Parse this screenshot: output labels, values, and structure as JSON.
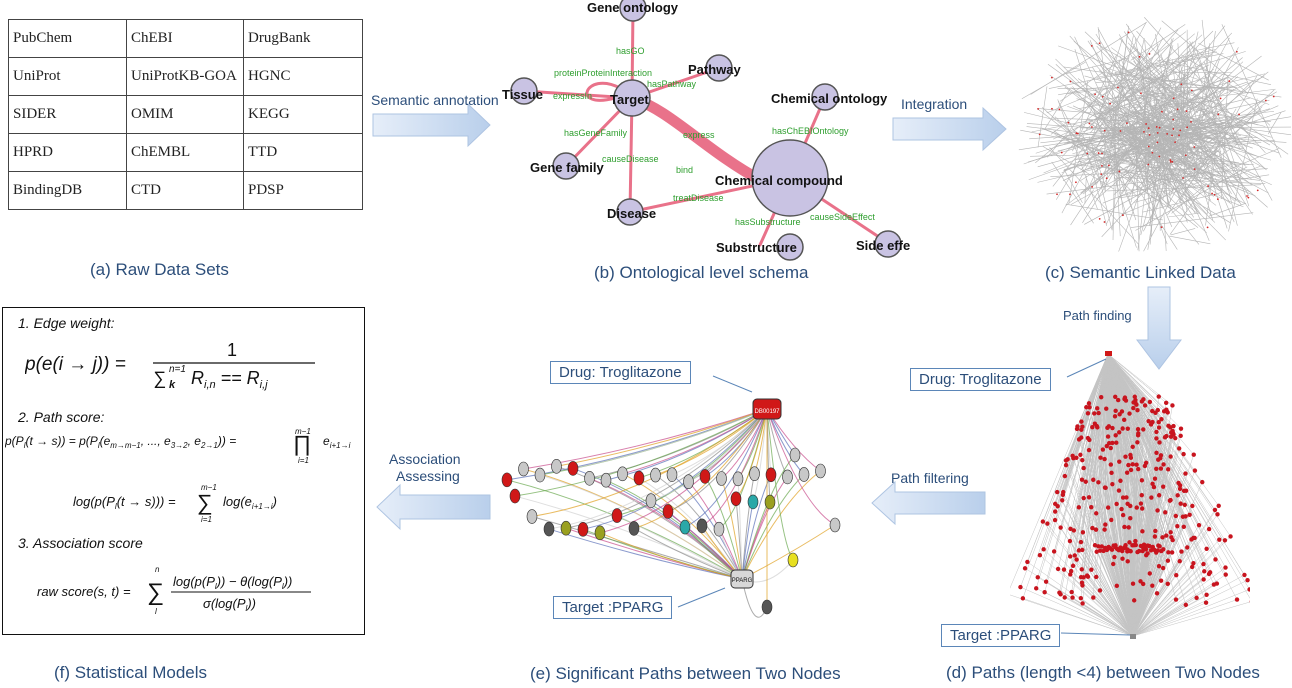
{
  "raw_table": {
    "rows": [
      [
        "PubChem",
        "ChEBI",
        "DrugBank"
      ],
      [
        "UniProt",
        "UniProtKB-GOA",
        "HGNC"
      ],
      [
        "SIDER",
        "OMIM",
        "KEGG"
      ],
      [
        "HPRD",
        "ChEMBL",
        "TTD"
      ],
      [
        "BindingDB",
        "CTD",
        "PDSP"
      ]
    ]
  },
  "captions": {
    "a": "(a) Raw Data Sets",
    "b": "(b) Ontological level schema",
    "c": "(c) Semantic Linked Data",
    "d": "(d) Paths (length <4) between Two Nodes",
    "e": "(e) Significant Paths between Two Nodes",
    "f": "(f) Statistical Models"
  },
  "arrow_labels": {
    "semantic_annotation": "Semantic annotation",
    "integration": "Integration",
    "path_finding": "Path finding",
    "path_filtering": "Path  filtering",
    "association_assessing_1": "Association",
    "association_assessing_2": "Assessing"
  },
  "schema": {
    "nodes": {
      "gene_ontology": "Gene ontology",
      "pathway": "Pathway",
      "tissue": "Tissue",
      "target": "Target",
      "chemical_ontology": "Chemical ontology",
      "gene_family": "Gene family",
      "chemical_compound": "Chemical compound",
      "disease": "Disease",
      "substructure": "Substructure",
      "side_effect": "Side effect"
    },
    "edges": {
      "hasGO": "hasGO",
      "ppi": "proteinProteinInteraction",
      "hasPathway": "hasPathway",
      "expressIn": "expressIn",
      "hasGeneFamily": "hasGeneFamily",
      "express": "express",
      "causeDisease": "causeDisease",
      "bind": "bind",
      "hasChEBIOntology": "hasChEBIOntology",
      "treatDisease": "treatDisease",
      "hasSubstructure": "hasSubstructure",
      "causeSideEffect": "causeSideEffect"
    }
  },
  "path_labels": {
    "drug_d": "Drug: Troglitazone",
    "target_d": "Target :PPARG",
    "drug_e": "Drug: Troglitazone",
    "target_e": "Target :PPARG",
    "node_drug": "DB00197",
    "node_target": "PPARG"
  },
  "models": {
    "h1": "1. Edge weight:",
    "h2": "2. Path score:",
    "h3": "3. Association score"
  },
  "colors": {
    "arrow_fill": "#c9daf0",
    "caption_blue": "#2c4e7a",
    "schema_edge": "#e9728a",
    "schema_node": "#c9c3e3",
    "edge_label_green": "#2e9e2e",
    "path_node_red": "#c8141e"
  }
}
